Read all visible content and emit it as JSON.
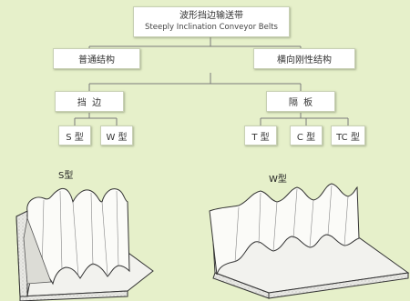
{
  "root": {
    "title_cn": "波形挡边输送带",
    "title_en": "Steeply Inclination Conveyor Belts"
  },
  "level1": {
    "left": "普通结构",
    "right": "横向刚性结构"
  },
  "level2": {
    "left": "挡  边",
    "right": "隔  板"
  },
  "level3": {
    "left": [
      "S 型",
      "W 型"
    ],
    "right": [
      "T 型",
      "C 型",
      "TC 型"
    ]
  },
  "illustrations": {
    "left_caption": "S型",
    "right_caption": "W型"
  },
  "colors": {
    "background": "#e6f0ca",
    "box": "#ffffff",
    "connector": "#777777"
  }
}
